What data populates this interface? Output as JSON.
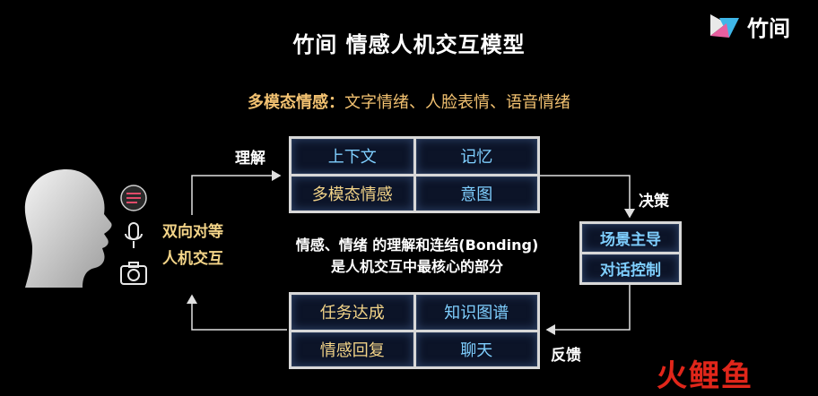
{
  "brand": {
    "name": "竹间"
  },
  "title": "竹间 情感人机交互模型",
  "subtitle": {
    "key": "多模态情感：",
    "value": "文字情绪、人脸表情、语音情绪"
  },
  "top_panel": {
    "cells": [
      "上下文",
      "记忆",
      "多模态情感",
      "意图"
    ]
  },
  "bottom_panel": {
    "cells": [
      "任务达成",
      "知识图谱",
      "情感回复",
      "聊天"
    ]
  },
  "right_panel": {
    "cells": [
      "场景主导",
      "对话控制"
    ]
  },
  "labels": {
    "understand": "理解",
    "decision": "决策",
    "feedback": "反馈"
  },
  "center_text": {
    "line1": "情感、情绪 的理解和连结(Bonding)",
    "line2": "是人机交互中最核心的部分"
  },
  "side_text": {
    "line1": "双向对等",
    "line2": "人机交互"
  },
  "icons": [
    "head-silhouette-icon",
    "chat-bubble-icon",
    "microphone-icon",
    "camera-icon"
  ],
  "watermark": "火鲤鱼",
  "colors": {
    "accent_gold": "#f3c271",
    "cell_blue": "#7fcfff",
    "panel_border": "#d8d8d8",
    "watermark_red": "#e0261a"
  }
}
